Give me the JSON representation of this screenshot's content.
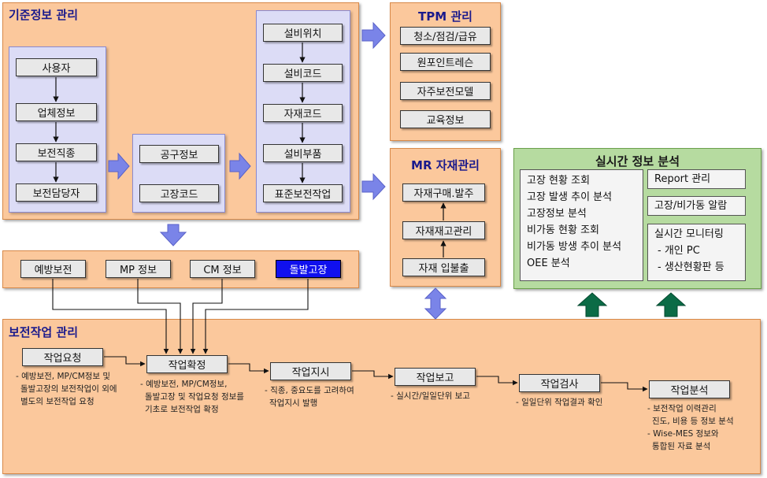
{
  "basic_info": {
    "title": "기준정보 관리",
    "group1": [
      "사용자",
      "업체정보",
      "보전직종",
      "보전담당자"
    ],
    "group2": [
      "공구정보",
      "고장코드"
    ],
    "group3": [
      "설비위치",
      "설비코드",
      "자재코드",
      "설비부품",
      "표준보전작업"
    ]
  },
  "tpm": {
    "title": "TPM 관리",
    "items": [
      "청소/점검/급유",
      "원포인트레슨",
      "자주보전모델",
      "교육정보"
    ]
  },
  "mr": {
    "title": "MR 자재관리",
    "items": [
      "자재구매.발주",
      "자재재고관리",
      "자재 입불출"
    ]
  },
  "realtime": {
    "title": "실시간 정보 분석",
    "analysis_items": [
      "고장 현황 조회",
      "고장 발생 추이 분석",
      "고장정보 분석",
      "비가동 현황 조회",
      "비가동 방생 추이 분석",
      "OEE 분석"
    ],
    "report": "Report 관리",
    "alarm": "고장/비가동 알람",
    "monitoring": [
      "실시간 모니터링",
      "- 개인 PC",
      "- 생산현황판 등"
    ]
  },
  "maintenance_types": [
    "예방보전",
    "MP 정보",
    "CM 정보",
    "돌발고장"
  ],
  "maintenance_work": {
    "title": "보전작업 관리",
    "steps": [
      "작업요청",
      "작업확정",
      "작업지시",
      "작업보고",
      "작업검사",
      "작업분석"
    ],
    "notes": [
      [
        "- 예방보전, MP/CM정보 및",
        "돌발고장의 보전작업이 외에",
        "별도의 보전작업 요청"
      ],
      [
        "- 예방보전, MP/CM정보,",
        "돌발고장 및 작업요청 정보를",
        "기초로 보전작업 확정"
      ],
      [
        "- 직종, 중요도를 고려하여",
        "작업지시 발행"
      ],
      [
        "- 실시간/일일단위 보고"
      ],
      [
        "- 일일단위 작업결과 확인"
      ],
      [
        "- 보전작업 이력관리",
        "진도, 비용 등 정보 분석",
        "- Wise-MES 정보와",
        "통합된 자료 분석"
      ]
    ]
  },
  "colors": {
    "panel": "#fbc89c",
    "lavender": "#dcdcf6",
    "green": "#b6dba0",
    "arrow_blue": "#7a84e8",
    "arrow_green": "#0b6b46",
    "highlight": "#1010ee"
  }
}
